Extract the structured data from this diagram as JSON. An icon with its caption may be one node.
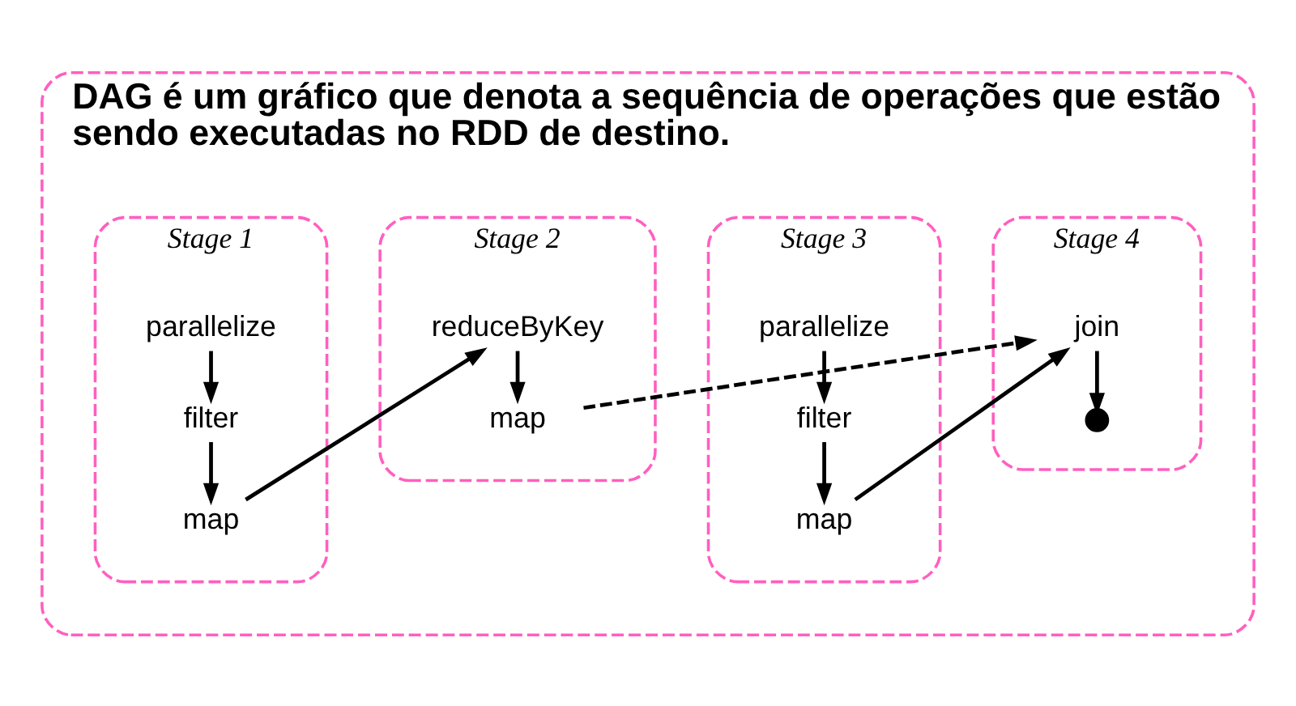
{
  "diagram": {
    "nodes": [
      {
        "text": [
          "DAG é um gráfico que denota a sequência de operações que estão sendo executadas no RDD de destino."
        ]
      },
      {
        "text": [
          "Stage 1"
        ],
        "in": 0
      },
      {
        "text": [
          "parallelize"
        ],
        "in": 1
      },
      {
        "text": [
          "filter"
        ],
        "in": 1
      },
      {
        "text": [
          "map"
        ],
        "in": 1
      },
      {
        "text": [
          "Stage 2"
        ],
        "in": 0
      },
      {
        "text": [
          "reduceByKey"
        ],
        "in": 5
      },
      {
        "text": [
          "map"
        ],
        "in": 5
      },
      {
        "text": [
          "Stage 3"
        ],
        "in": 0
      },
      {
        "text": [
          "parallelize"
        ],
        "in": 8
      },
      {
        "text": [
          "filter"
        ],
        "in": 8
      },
      {
        "text": [
          "map"
        ],
        "in": 8
      },
      {
        "text": [
          "Stage 4"
        ],
        "in": 0
      },
      {
        "text": [
          "join"
        ],
        "in": 12
      },
      {
        "text": [],
        "shape": "circle",
        "in": 12
      }
    ],
    "edges": [
      {
        "from": 2,
        "to": 3,
        "arrow": "to"
      },
      {
        "from": 3,
        "to": 4,
        "arrow": "to"
      },
      {
        "from": 4,
        "to": 6,
        "arrow": "to"
      },
      {
        "from": 6,
        "to": 7,
        "arrow": "to"
      },
      {
        "from": 7,
        "to": 13,
        "arrow": "to",
        "style": "dashed"
      },
      {
        "from": 9,
        "to": 10,
        "arrow": "to"
      },
      {
        "from": 10,
        "to": 11,
        "arrow": "to"
      },
      {
        "from": 11,
        "to": 13,
        "arrow": "to"
      },
      {
        "from": 13,
        "to": 14,
        "arrow": "to"
      }
    ]
  }
}
